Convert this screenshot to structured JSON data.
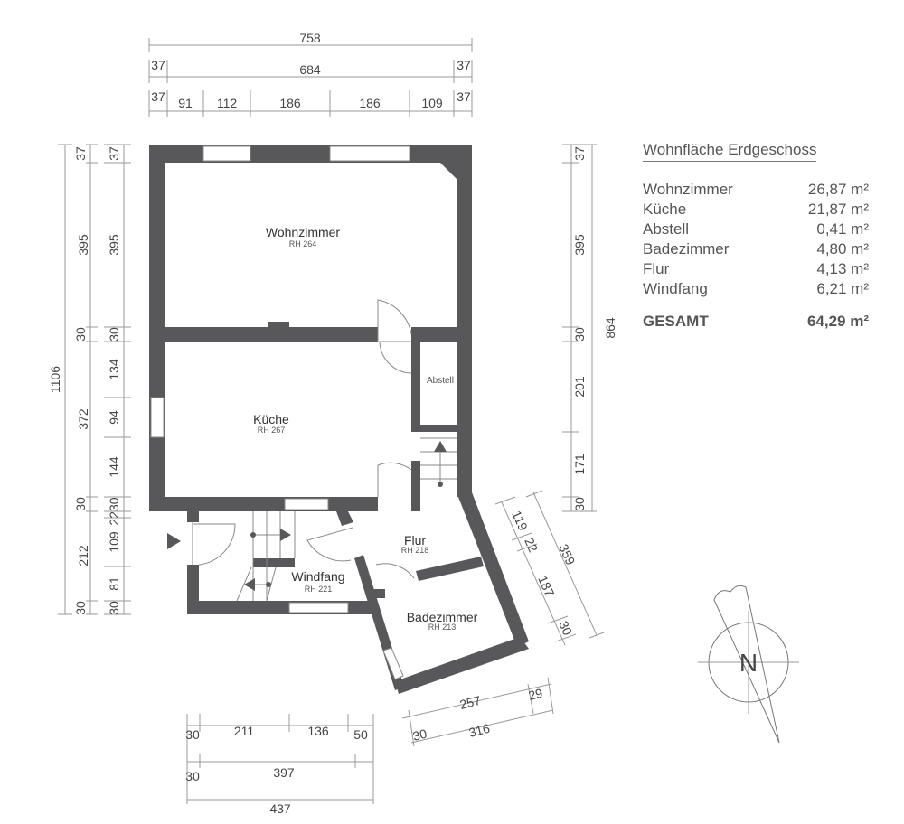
{
  "legend": {
    "title": "Wohnfläche Erdgeschoss",
    "rows": [
      {
        "name": "Wohnzimmer",
        "area": "26,87 m²"
      },
      {
        "name": "Küche",
        "area": "21,87 m²"
      },
      {
        "name": "Abstell",
        "area": "0,41 m²"
      },
      {
        "name": "Badezimmer",
        "area": "4,80 m²"
      },
      {
        "name": "Flur",
        "area": "4,13 m²"
      },
      {
        "name": "Windfang",
        "area": "6,21 m²"
      }
    ],
    "total_label": "GESAMT",
    "total_area": "64,29 m²"
  },
  "rooms": {
    "wohnzimmer": {
      "name": "Wohnzimmer",
      "rh": "RH 264"
    },
    "kueche": {
      "name": "Küche",
      "rh": "RH 267"
    },
    "abstell": {
      "name": "Abstell"
    },
    "flur": {
      "name": "Flur",
      "rh": "RH 218"
    },
    "windfang": {
      "name": "Windfang",
      "rh": "RH 221"
    },
    "badezimmer": {
      "name": "Badezimmer",
      "rh": "RH 213"
    }
  },
  "dims": {
    "top1": "758",
    "top2": [
      "37",
      "684",
      "37"
    ],
    "top3": [
      "37",
      "91",
      "112",
      "186",
      "186",
      "109",
      "37"
    ],
    "left1": "1106",
    "left2": [
      "37",
      "395",
      "30",
      "372",
      "30",
      "212",
      "30"
    ],
    "left3": [
      "37",
      "395",
      "30",
      "134",
      "94",
      "144",
      "2230",
      "109",
      "81",
      "30"
    ],
    "right1": "864",
    "right2": [
      "37",
      "395",
      "30",
      "201",
      "171",
      "30"
    ],
    "diag": [
      "119",
      "22",
      "187",
      "30",
      "359"
    ],
    "bottom_right": [
      "257",
      "29",
      "30",
      "316"
    ],
    "bottom_left1": [
      "30",
      "211",
      "136",
      "50"
    ],
    "bottom_left2": [
      "30",
      "397"
    ],
    "bottom_left3": "437"
  },
  "compass": {
    "label": "N"
  }
}
